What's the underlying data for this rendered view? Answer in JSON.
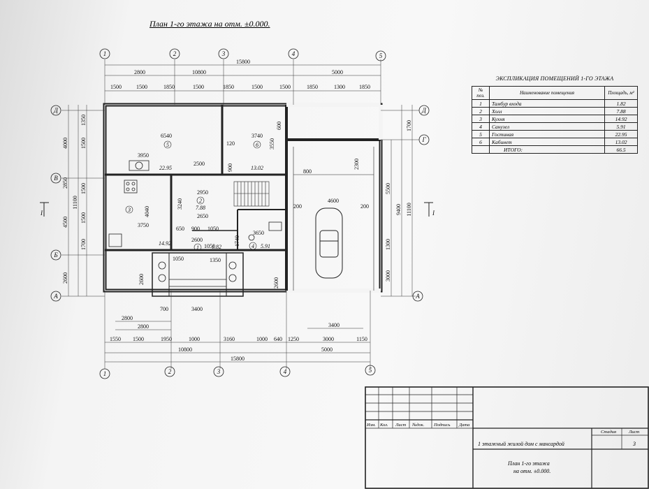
{
  "plan_title": "План 1-го этажа на отм. ±0.000.",
  "axes": {
    "columns": [
      "1",
      "2",
      "3",
      "4",
      "5"
    ],
    "rows": [
      "Д",
      "Г",
      "В",
      "Б",
      "А"
    ]
  },
  "dimensions": {
    "top_overall": "15800",
    "top_chain1": [
      "2800",
      "10800",
      "5000"
    ],
    "top_chain2": [
      "1500",
      "1500",
      "1850",
      "1500",
      "1850",
      "1500",
      "1500",
      "1850",
      "1300",
      "1850"
    ],
    "bottom_chain1": [
      "1550",
      "1500",
      "1950",
      "1000",
      "3160",
      "1000",
      "640",
      "1250",
      "3000",
      "1150"
    ],
    "bottom_overall": "15800",
    "bottom_chain2": [
      "10800",
      "5000"
    ],
    "bottom_extra": [
      "2800",
      "2800",
      "3400"
    ],
    "left_outer": [
      "4000",
      "2850",
      "4500",
      "2600"
    ],
    "left_inner": [
      "1350",
      "1500",
      "1500",
      "1500",
      "1700"
    ],
    "left_overall": "11100",
    "right_outer": [
      "1700",
      "5500",
      "3000"
    ],
    "right_overall": "11100",
    "right_mid": "9400",
    "interior": [
      "6540",
      "3740",
      "3950",
      "2500",
      "120",
      "3550",
      "900",
      "1300",
      "2950",
      "3240",
      "4040",
      "3750",
      "2650",
      "2600",
      "1050",
      "900",
      "650",
      "1050",
      "3650",
      "1350",
      "1050",
      "4600",
      "2300",
      "800",
      "700",
      "3400",
      "2600",
      "1300",
      "1740",
      "200",
      "600",
      "5500"
    ]
  },
  "rooms_plan": [
    {
      "num": "1",
      "area": "1.82"
    },
    {
      "num": "2",
      "area": "7.88"
    },
    {
      "num": "3",
      "area": "14.92"
    },
    {
      "num": "4",
      "area": "5.91"
    },
    {
      "num": "5",
      "area": "22.95"
    },
    {
      "num": "6",
      "area": "13.02"
    }
  ],
  "section_marks": [
    "I",
    "I"
  ],
  "explication": {
    "title": "ЭКСПЛИКАЦИЯ ПОМЕЩЕНИЙ 1-ГО ЭТАЖА",
    "headers": [
      "№ поз.",
      "Наименование помещения",
      "Площадь, м²"
    ],
    "rows": [
      {
        "num": "1",
        "name": "Тамбур входа",
        "area": "1.82"
      },
      {
        "num": "2",
        "name": "Холл",
        "area": "7.88"
      },
      {
        "num": "3",
        "name": "Кухня",
        "area": "14.92"
      },
      {
        "num": "4",
        "name": "Санузел",
        "area": "5.91"
      },
      {
        "num": "5",
        "name": "Гостиная",
        "area": "22.95"
      },
      {
        "num": "6",
        "name": "Кабинет",
        "area": "13.02"
      }
    ],
    "total_label": "ИТОГО:",
    "total_value": "66.5"
  },
  "stamp": {
    "cols": [
      "Изм.",
      "Кол.",
      "Лист",
      "№док.",
      "Подпись",
      "Дата"
    ],
    "project": "1 этажный жилой дом с мансардой",
    "sheet_name_line1": "План 1-го этажа",
    "sheet_name_line2": "на отм. ±0.000.",
    "stage_label": "Стадия",
    "sheet_label": "Лист",
    "sheet_no": "3"
  }
}
